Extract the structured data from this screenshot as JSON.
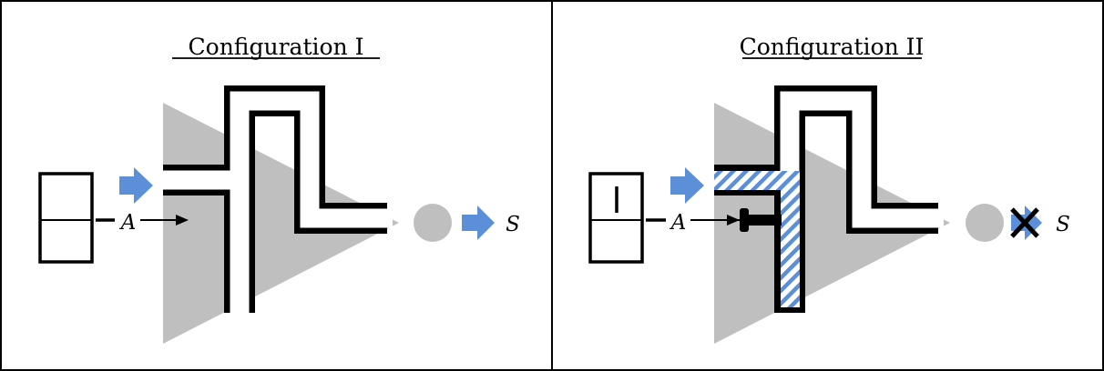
{
  "panels": [
    {
      "title": "Configuration I",
      "input_label": "A",
      "output_label": "S"
    },
    {
      "title": "Configuration II",
      "input_label": "A",
      "output_label": "S"
    }
  ],
  "colors": {
    "funnel": "#bfbfbf",
    "arrow": "#5b8fd8",
    "hatch": "#5b8fd8",
    "outline": "#000000",
    "background": "#ffffff"
  }
}
